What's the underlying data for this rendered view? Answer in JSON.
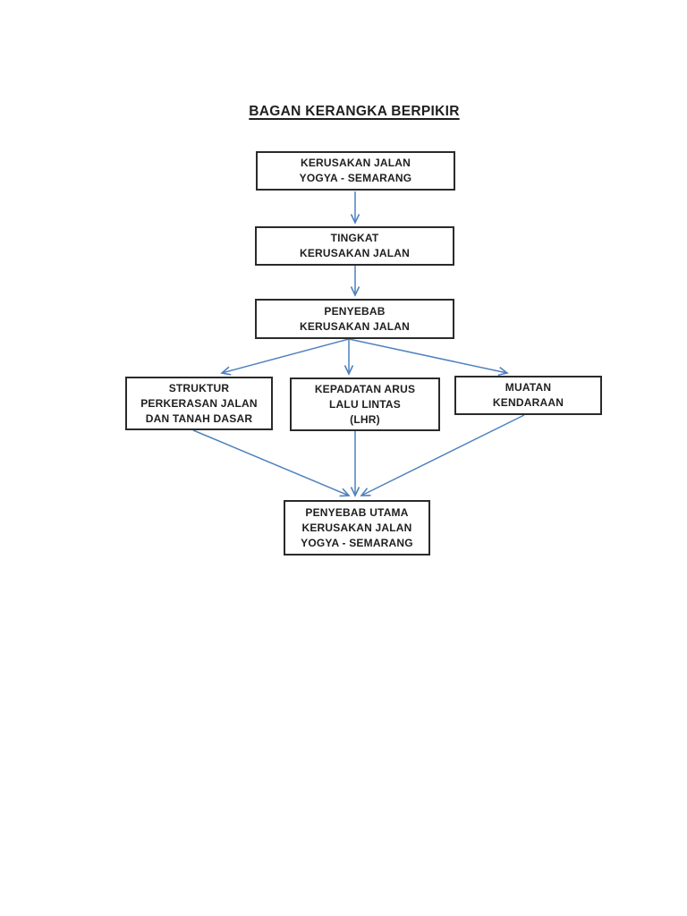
{
  "document": {
    "title": "BAGAN KERANGKA BERPIKIR"
  },
  "flowchart": {
    "nodes": {
      "road_damage": {
        "lines": [
          "KERUSAKAN JALAN",
          "YOGYA - SEMARANG"
        ]
      },
      "damage_level": {
        "lines": [
          "TINGKAT",
          "KERUSAKAN JALAN"
        ]
      },
      "damage_cause": {
        "lines": [
          "PENYEBAB",
          "KERUSAKAN JALAN"
        ]
      },
      "pavement_structure": {
        "lines": [
          "STRUKTUR",
          "PERKERASAN JALAN",
          "DAN TANAH DASAR"
        ]
      },
      "traffic_density": {
        "lines": [
          "KEPADATAN ARUS",
          "LALU LINTAS",
          "(LHR)"
        ]
      },
      "vehicle_load": {
        "lines": [
          "MUATAN",
          "KENDARAAN"
        ]
      },
      "main_cause": {
        "lines": [
          "PENYEBAB UTAMA",
          "KERUSAKAN JALAN",
          "YOGYA - SEMARANG"
        ]
      }
    },
    "colors": {
      "arrow": "#4f81bd",
      "box_border": "#2a2a2a",
      "text": "#1f1f1f",
      "page_background": "#ffffff"
    }
  }
}
